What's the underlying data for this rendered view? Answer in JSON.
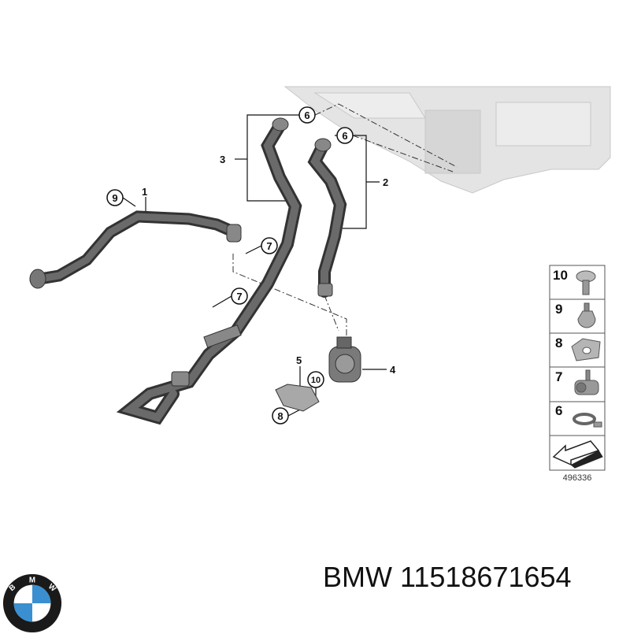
{
  "diagram": {
    "callouts": {
      "p1": "1",
      "p2": "2",
      "p3": "3",
      "p4": "4",
      "p5": "5",
      "c6a": "6",
      "c6b": "6",
      "c7a": "7",
      "c7b": "7",
      "c8": "8",
      "c9": "9",
      "c10": "10"
    },
    "legend": {
      "items": [
        {
          "number": "10",
          "icon": "screw-icon"
        },
        {
          "number": "9",
          "icon": "hose-clip-icon"
        },
        {
          "number": "8",
          "icon": "spring-nut-icon"
        },
        {
          "number": "7",
          "icon": "hose-holder-icon"
        },
        {
          "number": "6",
          "icon": "hose-clamp-icon"
        }
      ],
      "direction_icon": "arrow-front-icon",
      "reference": "496336"
    }
  },
  "footer": {
    "brand_logo_text": "BMW",
    "part_label": "BMW 11518671654"
  },
  "colors": {
    "logo_blue": "#3a8fd0",
    "hose": "#4a4a4a",
    "engine": "#dcdcdc"
  }
}
